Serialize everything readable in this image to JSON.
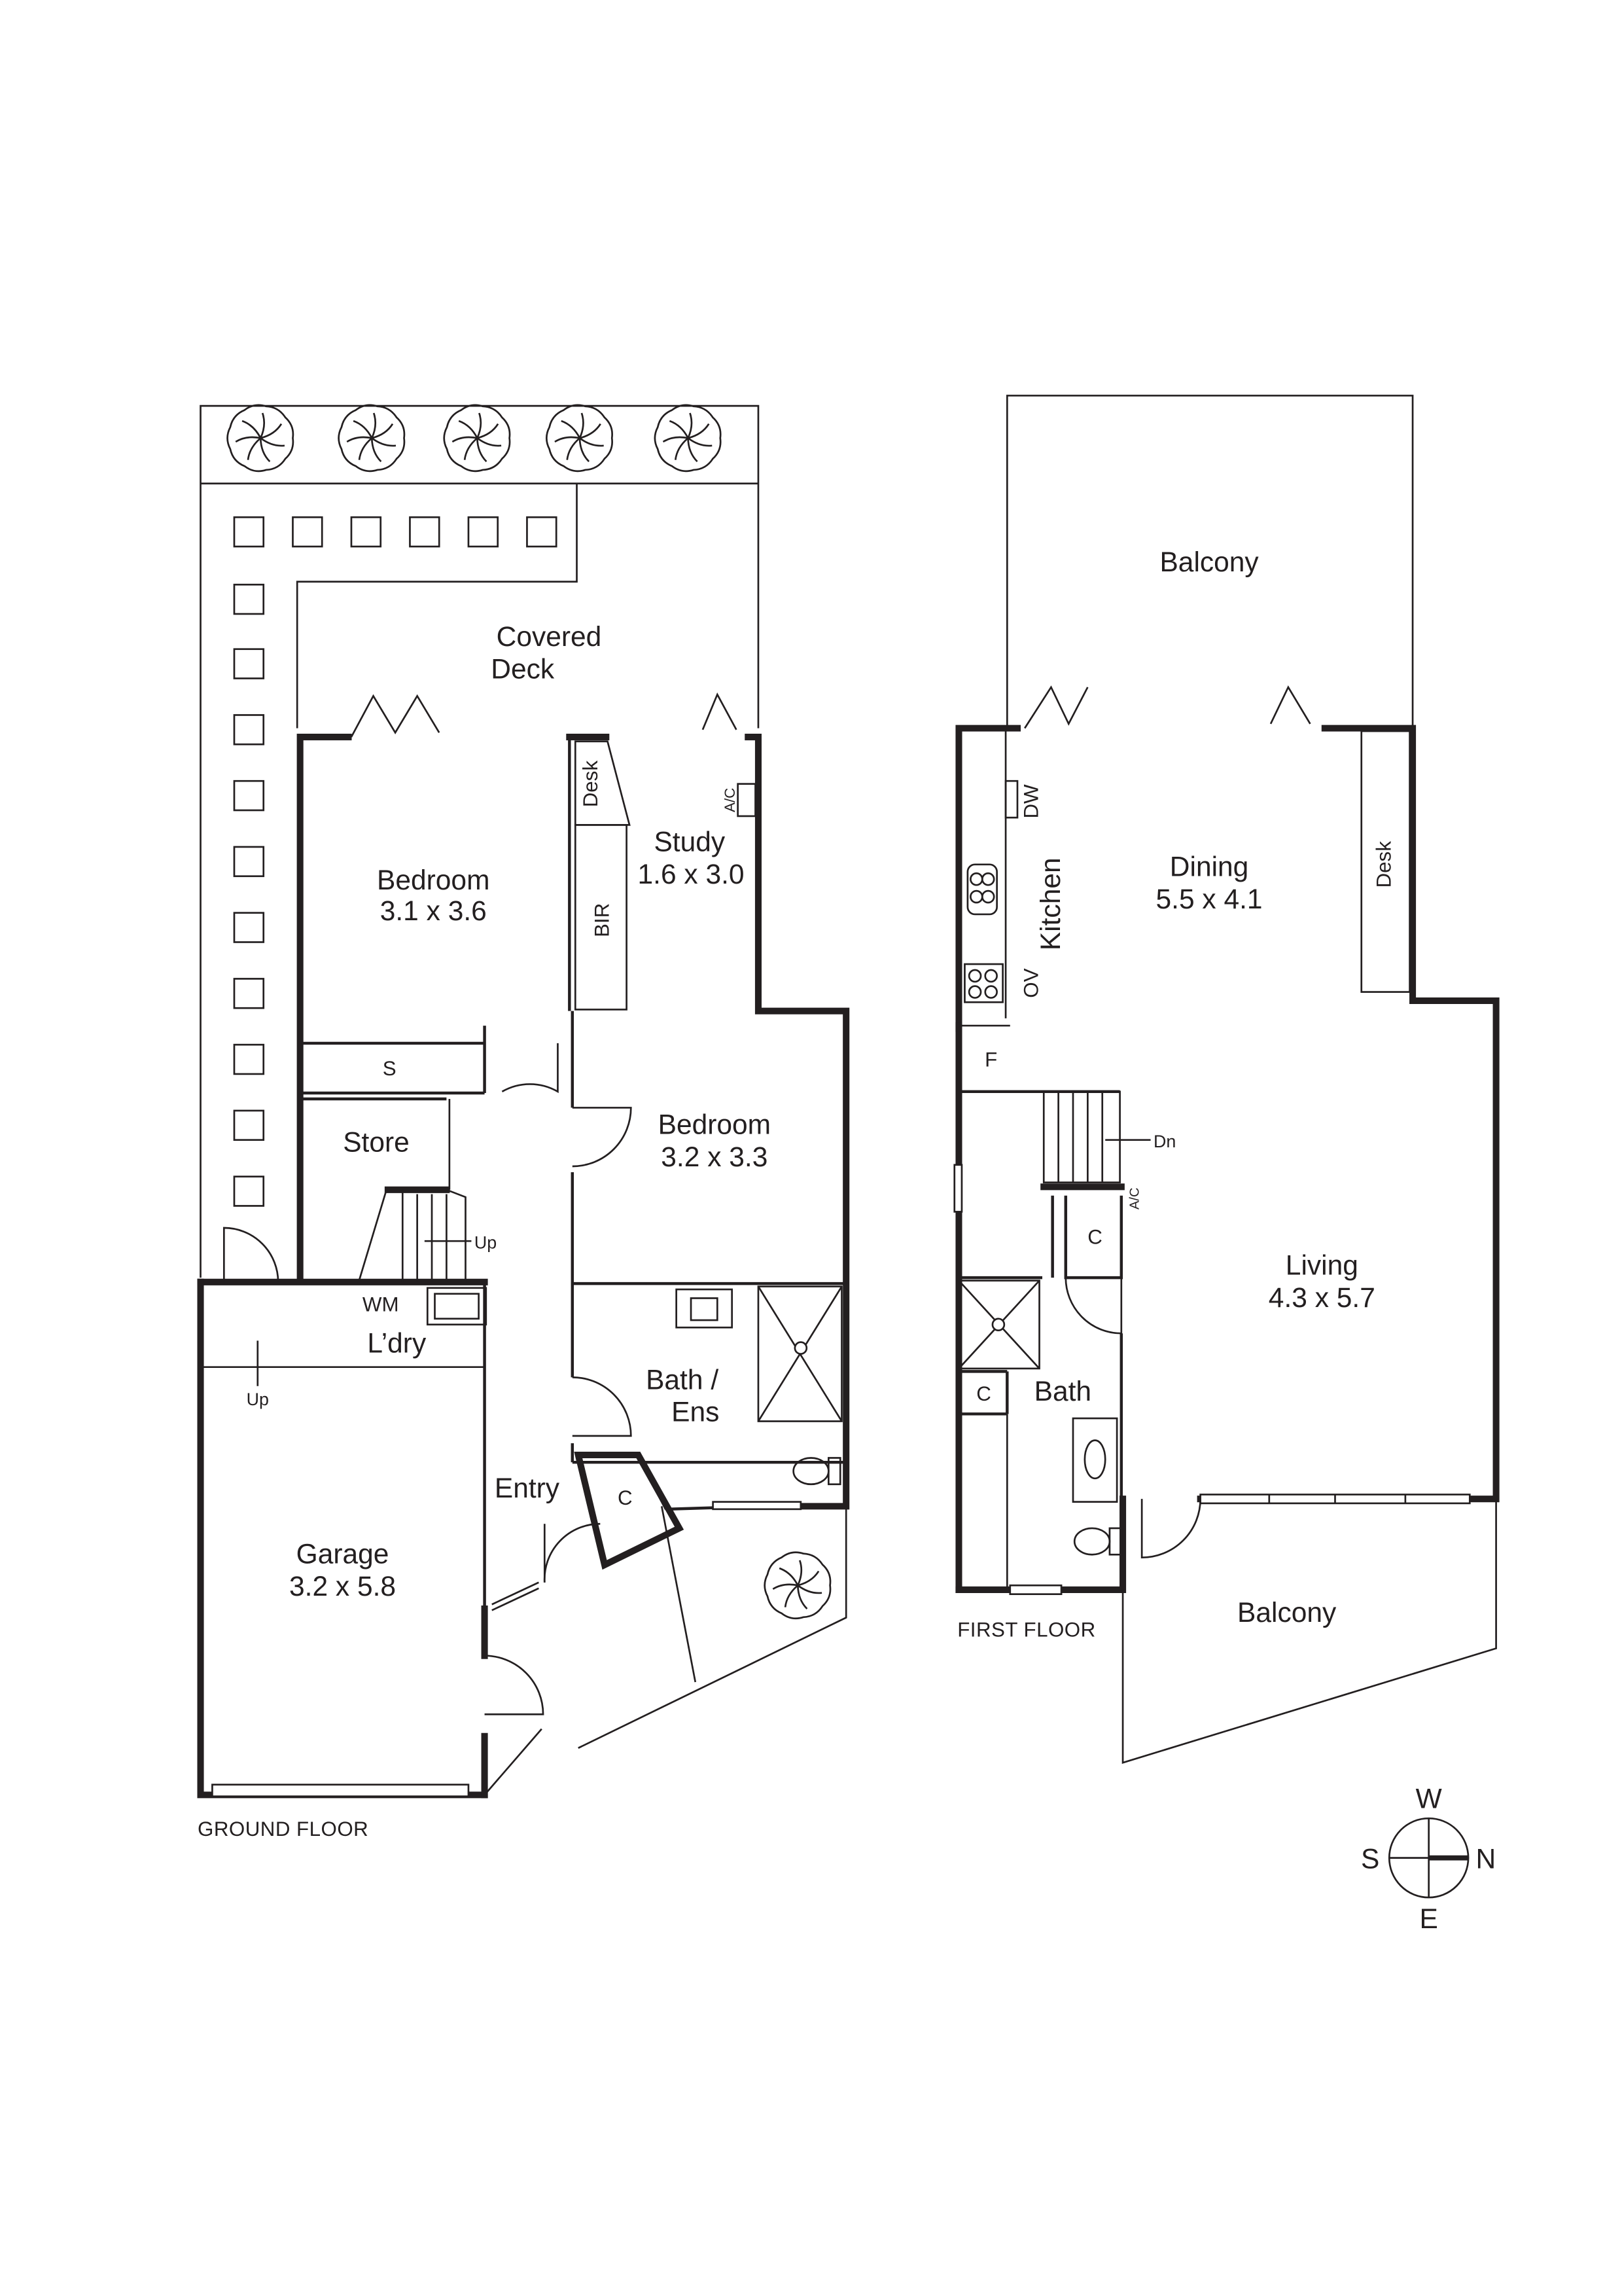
{
  "ground_floor": {
    "caption": "GROUND FLOOR",
    "rooms": {
      "covered_deck": [
        "Covered",
        "Deck"
      ],
      "bedroom1": [
        "Bedroom",
        "3.1 x 3.6"
      ],
      "study": [
        "Study",
        "1.6 x 3.0"
      ],
      "bedroom2": [
        "Bedroom",
        "3.2 x 3.3"
      ],
      "store": "Store",
      "laundry": "L’dry",
      "bath_ens": [
        "Bath /",
        "Ens"
      ],
      "entry": "Entry",
      "garage": [
        "Garage",
        "3.2 x 5.8"
      ]
    },
    "fixtures": {
      "desk": "Desk",
      "ac": "A/C",
      "bir": "BIR",
      "shelf": "S",
      "wm": "WM",
      "cupboard": "C",
      "stairs_up": "Up",
      "garage_up": "Up"
    }
  },
  "first_floor": {
    "caption": "FIRST FLOOR",
    "rooms": {
      "balcony_top": "Balcony",
      "dining": [
        "Dining",
        "5.5 x 4.1"
      ],
      "kitchen": "Kitchen",
      "living": [
        "Living",
        "4.3 x 5.7"
      ],
      "bath": "Bath",
      "balcony_bottom": "Balcony"
    },
    "fixtures": {
      "dw": "DW",
      "ov": "OV",
      "desk": "Desk",
      "fridge": "F",
      "stairs_dn": "Dn",
      "ac": "A/C",
      "cupboard1": "C",
      "cupboard2": "C"
    }
  },
  "compass": {
    "west": "W",
    "east": "E",
    "south": "S",
    "north": "N"
  }
}
